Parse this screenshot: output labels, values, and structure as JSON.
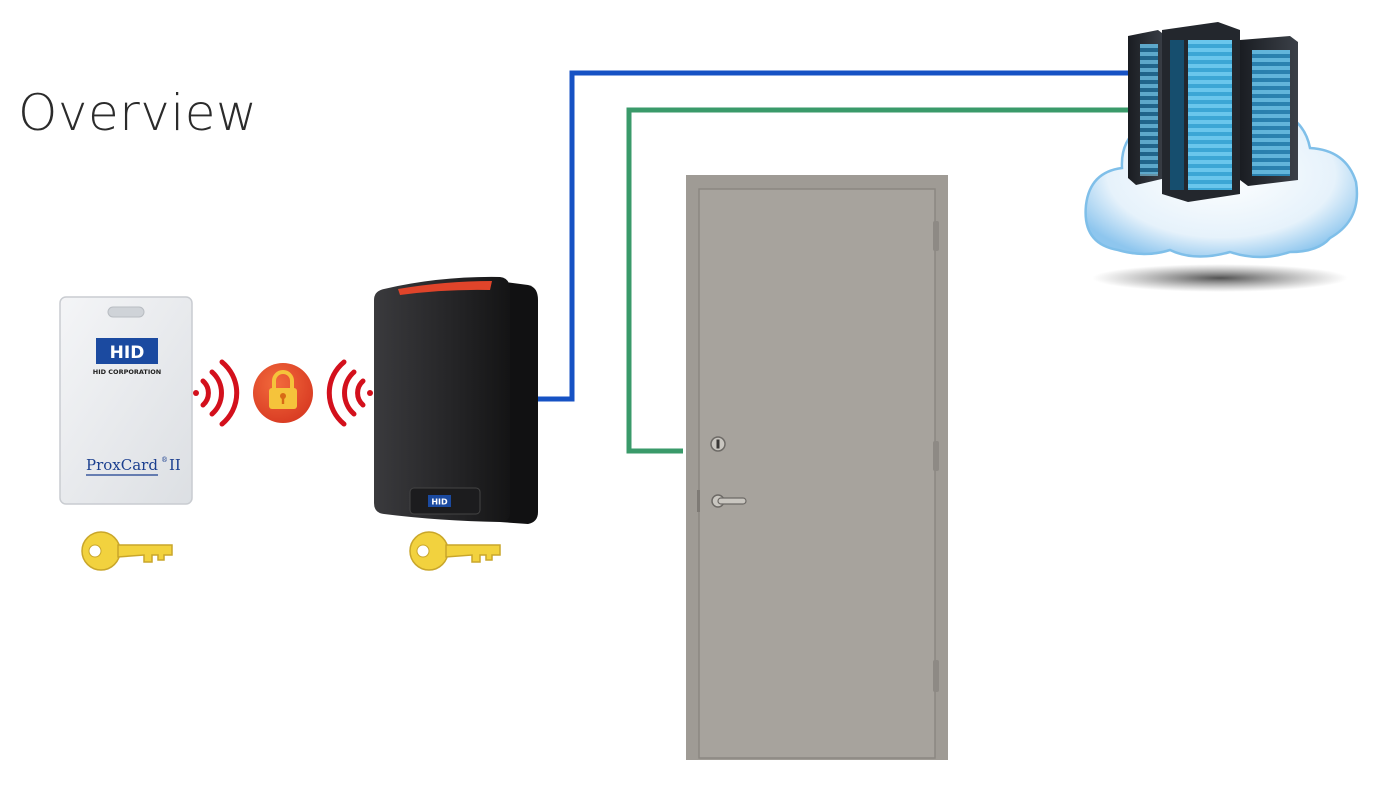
{
  "slide": {
    "title": "Overview"
  },
  "card": {
    "brand": "HID",
    "company": "HID CORPORATION",
    "product": "ProxCard",
    "product_suffix": "II",
    "registered": "®"
  },
  "reader": {
    "brand": "HID"
  },
  "colors": {
    "network_line": "#1652c4",
    "control_line": "#3a9a6a",
    "signal": "#d3101c",
    "lock_badge": "#e8472a",
    "key": "#f2d23e",
    "door": "#a39f99",
    "reader_body": "#2a2a2c",
    "hid_blue": "#1b4aa0",
    "cloud": "#e9f3fb",
    "server_light": "#3fb5e8"
  }
}
